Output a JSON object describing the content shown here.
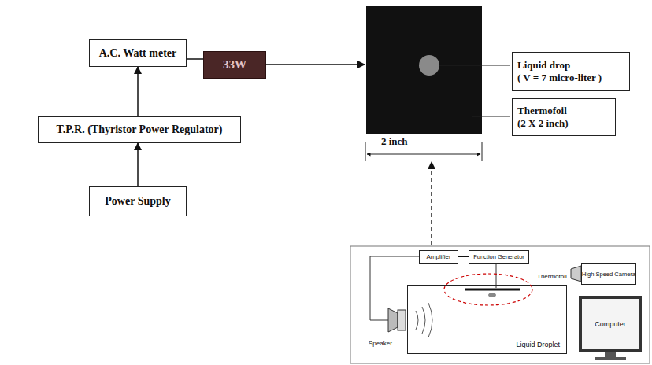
{
  "diagram": {
    "nodes": [
      {
        "text": [
          "A.C. Watt meter"
        ]
      },
      {
        "text": [
          "T.P.R. (Thyristor Power Regulator)"
        ]
      },
      {
        "text": [
          "Power Supply"
        ]
      },
      {
        "text": [
          "33W"
        ]
      },
      {
        "text": [
          "Liquid drop",
          "( V = 7 micro-liter )"
        ]
      },
      {
        "text": [
          "Thermofoil",
          "(2 X 2 inch)"
        ]
      },
      {
        "text": [
          "Amplifier"
        ]
      },
      {
        "text": [
          "Function Generator"
        ]
      },
      {
        "text": [
          "Liquid Droplet"
        ]
      },
      {
        "text": [
          "High Speed Camera"
        ]
      },
      {
        "text": [
          "Computer"
        ]
      }
    ],
    "edges": [
      {
        "from": 2,
        "to": 1,
        "arrow": "to"
      },
      {
        "from": 1,
        "to": 0,
        "arrow": "to"
      },
      {
        "from": 0,
        "to": 3,
        "arrow": "none"
      },
      {
        "from": 6,
        "to": 7,
        "arrow": "none"
      }
    ],
    "labels": [
      "2 inch",
      "Thermofoil",
      "Speaker"
    ]
  }
}
